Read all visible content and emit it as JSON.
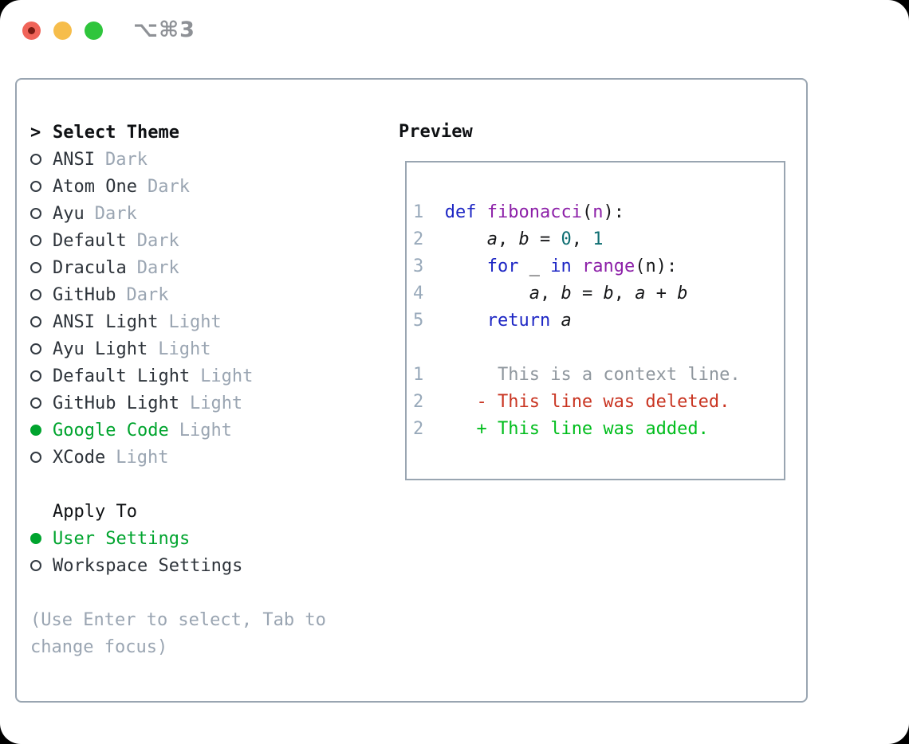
{
  "titlebar": {
    "shortcut": "⌥⌘3",
    "buttons": [
      "close",
      "minimize",
      "zoom"
    ]
  },
  "theme_panel": {
    "prompt_marker": ">",
    "title": "Select Theme",
    "items": [
      {
        "label": "ANSI",
        "tag": "Dark",
        "selected": false
      },
      {
        "label": "Atom One",
        "tag": "Dark",
        "selected": false
      },
      {
        "label": "Ayu",
        "tag": "Dark",
        "selected": false
      },
      {
        "label": "Default",
        "tag": "Dark",
        "selected": false
      },
      {
        "label": "Dracula",
        "tag": "Dark",
        "selected": false
      },
      {
        "label": "GitHub",
        "tag": "Dark",
        "selected": false
      },
      {
        "label": "ANSI Light",
        "tag": "Light",
        "selected": false
      },
      {
        "label": "Ayu Light",
        "tag": "Light",
        "selected": false
      },
      {
        "label": "Default Light",
        "tag": "Light",
        "selected": false
      },
      {
        "label": "GitHub Light",
        "tag": "Light",
        "selected": false
      },
      {
        "label": "Google Code",
        "tag": "Light",
        "selected": true
      },
      {
        "label": "XCode",
        "tag": "Light",
        "selected": false
      }
    ],
    "apply_to": {
      "title": "Apply To",
      "options": [
        {
          "label": "User Settings",
          "selected": true
        },
        {
          "label": "Workspace Settings",
          "selected": false
        }
      ]
    },
    "hint_lines": [
      "(Use Enter to select, Tab to",
      "change focus)"
    ]
  },
  "preview": {
    "title": "Preview",
    "lines": [
      {
        "name": "code-line",
        "segments": [
          {
            "t": "1",
            "c": "ln"
          },
          {
            "t": "  ",
            "c": "pln"
          },
          {
            "t": "def",
            "c": "kw"
          },
          {
            "t": " ",
            "c": "pln"
          },
          {
            "t": "fibonacci",
            "c": "fn"
          },
          {
            "t": "(",
            "c": "pln"
          },
          {
            "t": "n",
            "c": "fn"
          },
          {
            "t": "):",
            "c": "pln"
          }
        ]
      },
      {
        "name": "code-line",
        "segments": [
          {
            "t": "2",
            "c": "ln"
          },
          {
            "t": "      ",
            "c": "pln"
          },
          {
            "t": "a",
            "c": "var"
          },
          {
            "t": ", ",
            "c": "pln"
          },
          {
            "t": "b",
            "c": "var"
          },
          {
            "t": " = ",
            "c": "pln"
          },
          {
            "t": "0",
            "c": "num"
          },
          {
            "t": ", ",
            "c": "pln"
          },
          {
            "t": "1",
            "c": "num"
          }
        ]
      },
      {
        "name": "code-line",
        "segments": [
          {
            "t": "3",
            "c": "ln"
          },
          {
            "t": "      ",
            "c": "pln"
          },
          {
            "t": "for",
            "c": "kw"
          },
          {
            "t": " _ ",
            "c": "pln"
          },
          {
            "t": "in",
            "c": "kw"
          },
          {
            "t": " ",
            "c": "pln"
          },
          {
            "t": "range",
            "c": "fn"
          },
          {
            "t": "(n):",
            "c": "pln"
          }
        ]
      },
      {
        "name": "code-line",
        "segments": [
          {
            "t": "4",
            "c": "ln"
          },
          {
            "t": "          ",
            "c": "pln"
          },
          {
            "t": "a",
            "c": "var"
          },
          {
            "t": ", ",
            "c": "pln"
          },
          {
            "t": "b",
            "c": "var"
          },
          {
            "t": " = ",
            "c": "pln"
          },
          {
            "t": "b",
            "c": "var"
          },
          {
            "t": ", ",
            "c": "pln"
          },
          {
            "t": "a",
            "c": "var"
          },
          {
            "t": " + ",
            "c": "pln"
          },
          {
            "t": "b",
            "c": "var"
          }
        ]
      },
      {
        "name": "code-line",
        "segments": [
          {
            "t": "5",
            "c": "ln"
          },
          {
            "t": "      ",
            "c": "pln"
          },
          {
            "t": "return",
            "c": "kw"
          },
          {
            "t": " ",
            "c": "pln"
          },
          {
            "t": "a",
            "c": "var"
          }
        ]
      },
      {
        "name": "blank-line",
        "segments": []
      },
      {
        "name": "diff-context-line",
        "segments": [
          {
            "t": "1",
            "c": "ln"
          },
          {
            "t": "       ",
            "c": "pln"
          },
          {
            "t": "This is a context line.",
            "c": "ctx"
          }
        ]
      },
      {
        "name": "diff-deleted-line",
        "segments": [
          {
            "t": "2",
            "c": "ln"
          },
          {
            "t": "     ",
            "c": "pln"
          },
          {
            "t": "- This line was deleted.",
            "c": "del"
          }
        ]
      },
      {
        "name": "diff-added-line",
        "segments": [
          {
            "t": "2",
            "c": "ln"
          },
          {
            "t": "     ",
            "c": "pln"
          },
          {
            "t": "+ This line was added.",
            "c": "add"
          }
        ]
      }
    ]
  },
  "colors": {
    "accent-green": "#00a42e",
    "diff-added": "#00bd1c",
    "diff-deleted": "#c93522",
    "keyword-blue": "#1d26c4",
    "function-purple": "#8c1fa8",
    "number-teal": "#0e6e72",
    "muted-gray": "#9aa5b2",
    "line-number-gray": "#98a9ba",
    "context-gray": "#8f979e",
    "border-gray": "#99a5b1"
  }
}
